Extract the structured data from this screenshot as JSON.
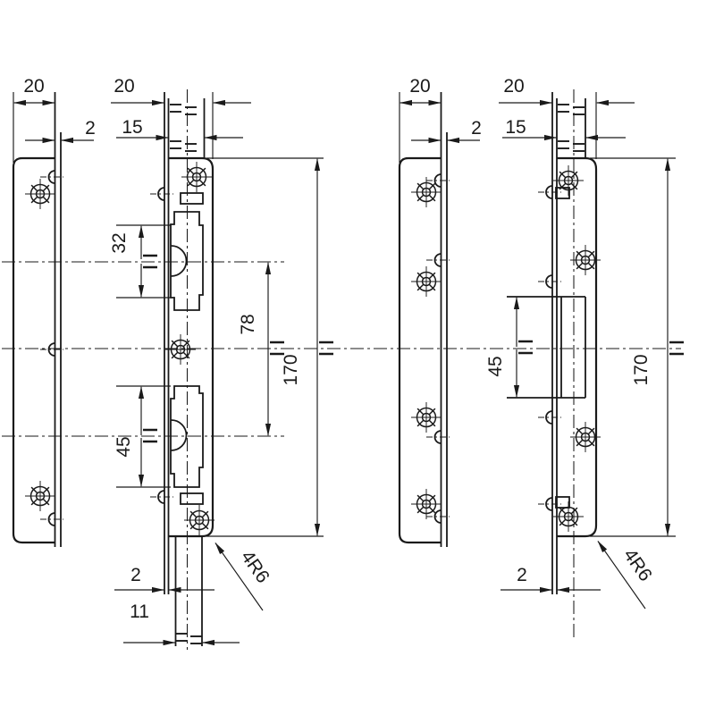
{
  "colors": {
    "ink": "#1a1a1a",
    "background": "#ffffff"
  },
  "drawing_type": "strike-plate technical drawing, left and right hand versions",
  "views": {
    "left_assembly": {
      "side_view": {
        "width": "20",
        "lip_thickness": "2"
      },
      "front_view": {
        "width": "20",
        "lip_width": "15",
        "latch_opening_height": "32",
        "opening_center_distance": "78",
        "overall_height": "170",
        "bolt_opening_height": "45",
        "plate_thickness": "2",
        "tongue_width": "11",
        "corner_radius": "4R6"
      }
    },
    "right_assembly": {
      "side_view": {
        "width": "20",
        "lip_thickness": "2"
      },
      "front_view": {
        "width": "20",
        "lip_width": "15",
        "opening_height": "45",
        "overall_height": "170",
        "plate_thickness": "2",
        "corner_radius": "4R6"
      }
    }
  }
}
